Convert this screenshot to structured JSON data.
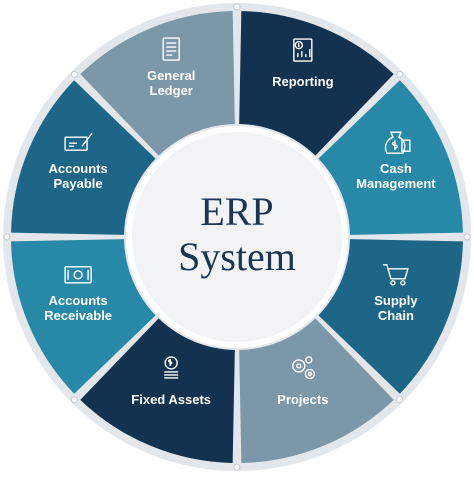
{
  "center": {
    "line1": "ERP",
    "line2": "System"
  },
  "colors": {
    "ring_outer": "#e3e6ea",
    "center_fill": "#f1f3f5",
    "text_dark": "#1c3552",
    "icon_stroke": "#ffffff"
  },
  "segments": [
    {
      "name": "segment-reporting",
      "label_lines": [
        "Reporting"
      ],
      "icon": "report-chart-icon",
      "color": "#13324f"
    },
    {
      "name": "segment-cash-management",
      "label_lines": [
        "Cash",
        "Management"
      ],
      "icon": "money-bag-icon",
      "color": "#2789a7"
    },
    {
      "name": "segment-supply-chain",
      "label_lines": [
        "Supply",
        "Chain"
      ],
      "icon": "shopping-cart-icon",
      "color": "#1e6688"
    },
    {
      "name": "segment-projects",
      "label_lines": [
        "Projects"
      ],
      "icon": "gears-icon",
      "color": "#7b97a8"
    },
    {
      "name": "segment-fixed-assets",
      "label_lines": [
        "Fixed Assets"
      ],
      "icon": "coins-icon",
      "color": "#13324f"
    },
    {
      "name": "segment-accounts-receivable",
      "label_lines": [
        "Accounts",
        "Receivable"
      ],
      "icon": "banknote-icon",
      "color": "#2789a7"
    },
    {
      "name": "segment-accounts-payable",
      "label_lines": [
        "Accounts",
        "Payable"
      ],
      "icon": "cheque-pen-icon",
      "color": "#1e6688"
    },
    {
      "name": "segment-general-ledger",
      "label_lines": [
        "General",
        "Ledger"
      ],
      "icon": "ledger-document-icon",
      "color": "#7b97a8"
    }
  ]
}
